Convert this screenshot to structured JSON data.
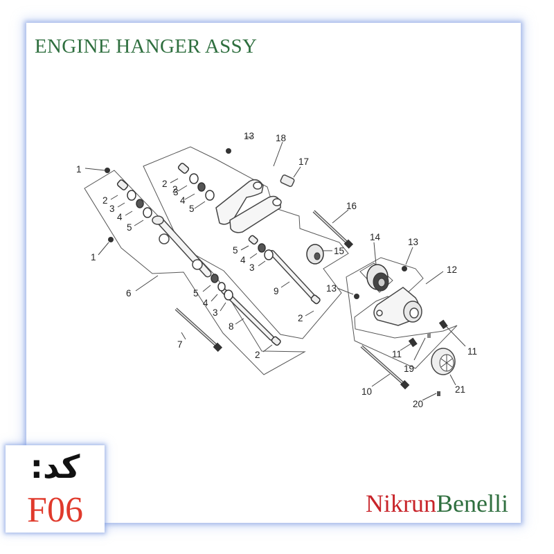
{
  "title": "ENGINE HANGER ASSY",
  "brand": {
    "part1": "Nikrun",
    "part2": "Benelli"
  },
  "code": {
    "label": "کد:",
    "value": "F06"
  },
  "callouts": [
    "1",
    "1",
    "2",
    "2",
    "2",
    "2",
    "2",
    "3",
    "3",
    "3",
    "3",
    "4",
    "4",
    "4",
    "4",
    "5",
    "5",
    "5",
    "5",
    "6",
    "7",
    "8",
    "9",
    "10",
    "11",
    "11",
    "12",
    "13",
    "13",
    "13",
    "14",
    "15",
    "16",
    "17",
    "18",
    "19",
    "20",
    "21"
  ],
  "colors": {
    "title": "#2f6f3f",
    "brand_red": "#c8242a",
    "brand_green": "#2f6f3f",
    "code_red": "#e03a2c",
    "frame_glow": "#7fa0e6"
  }
}
